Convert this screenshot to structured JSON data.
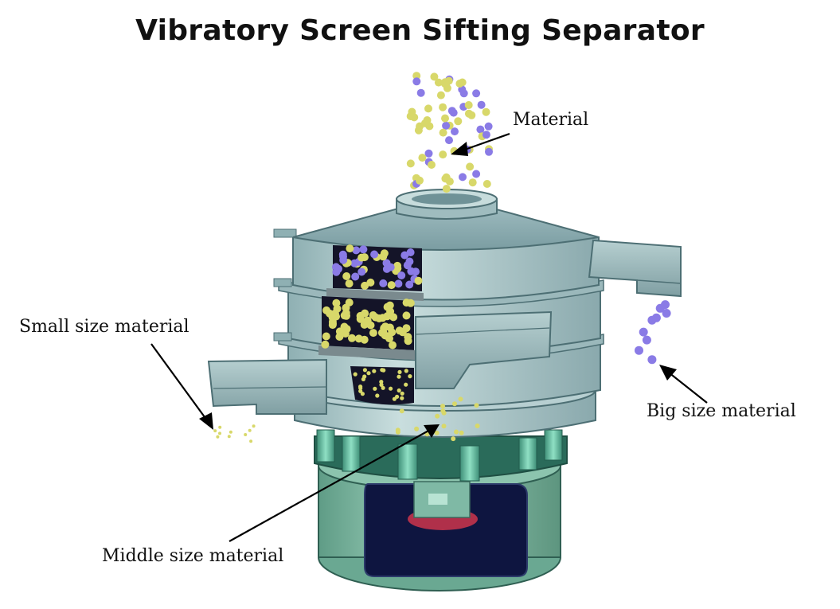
{
  "title": "Vibratory Screen Sifting Separator",
  "labels": {
    "material": "Material",
    "small": "Small size material",
    "middle": "Middle size material",
    "big": "Big size material"
  },
  "colors": {
    "body": "#a9c6c6",
    "body_dark": "#7fa3a6",
    "base_green": "#7fbfa6",
    "particle_yellow": "#d8d86a",
    "particle_purple": "#8a7be6",
    "cutaway": "#141428",
    "motor_window": "#0e1540",
    "motor_ring": "#b0304a"
  }
}
